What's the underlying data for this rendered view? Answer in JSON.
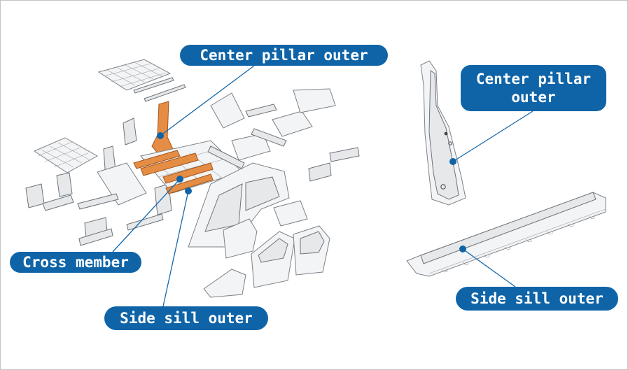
{
  "labels": {
    "center_pillar_left": "Center pillar outer",
    "cross_member": "Cross member",
    "side_sill_left": "Side sill outer",
    "center_pillar_right": "Center pillar\nouter",
    "side_sill_right": "Side sill outer"
  },
  "colors": {
    "label_fill": "#0f64a8",
    "label_text": "#ffffff",
    "highlight_part": "#e58d45",
    "leader_line": "#1568ad"
  }
}
